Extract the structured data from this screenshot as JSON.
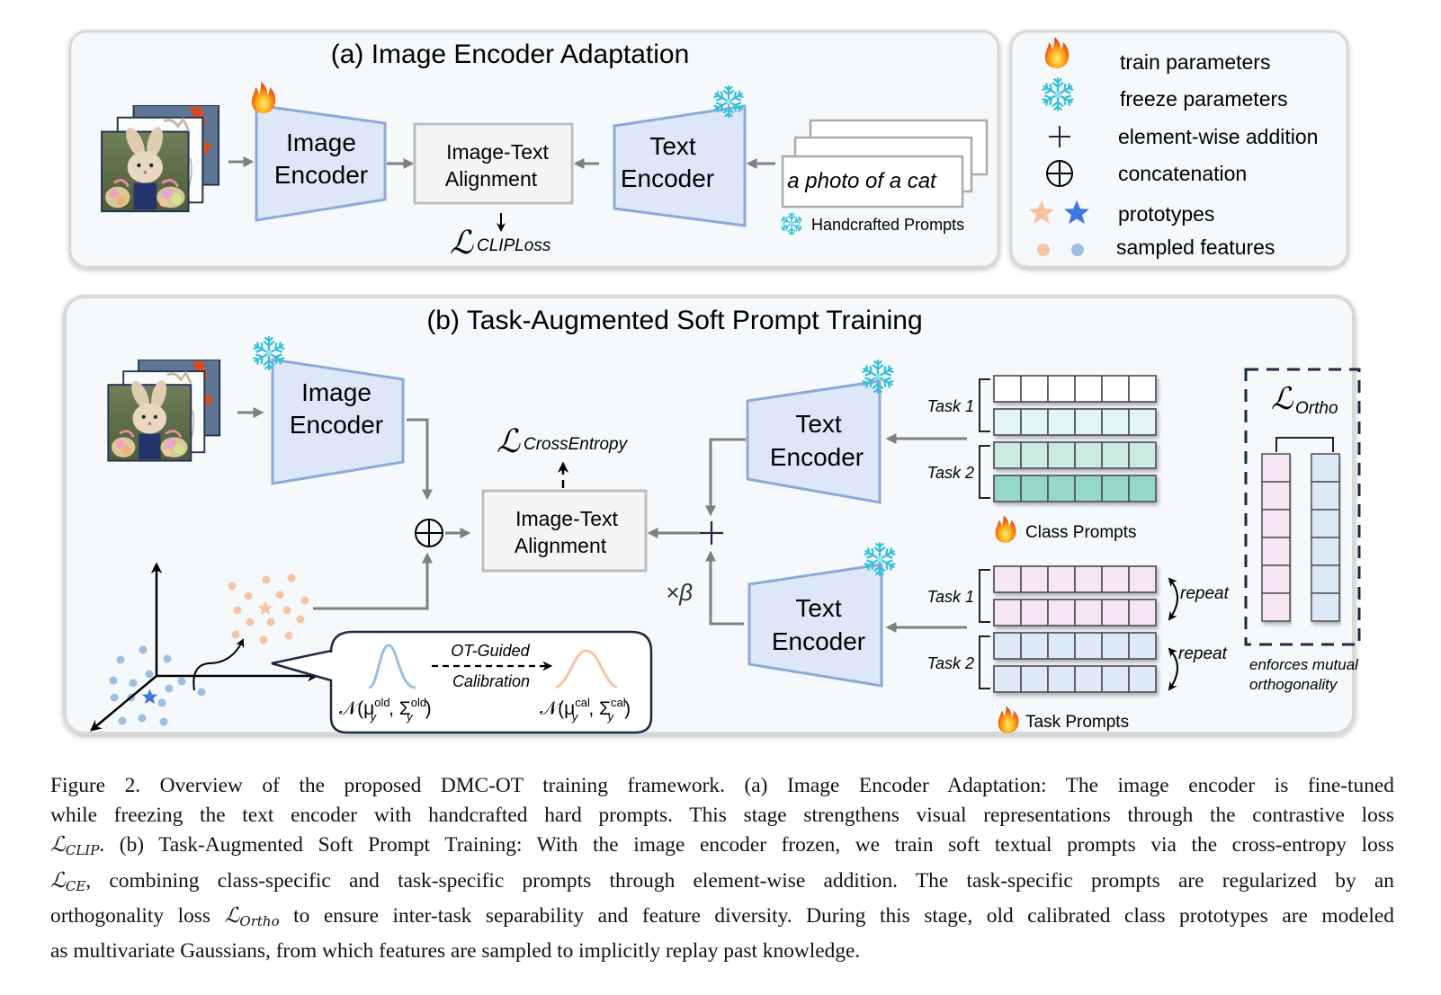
{
  "panel_a": {
    "title": "(a) Image Encoder Adaptation",
    "image_encoder": [
      "Image",
      "Encoder"
    ],
    "alignment": [
      "Image-Text",
      "Alignment"
    ],
    "text_encoder": [
      "Text",
      "Encoder"
    ],
    "prompt_text": "a photo of a cat",
    "prompts_label": "Handcrafted Prompts",
    "loss_symbol": "ℒ",
    "loss_sub": "CLIPLoss"
  },
  "legend": {
    "items": [
      {
        "icon": "fire-icon",
        "label": "train parameters"
      },
      {
        "icon": "snowflake-icon",
        "label": "freeze parameters"
      },
      {
        "icon": "plus-icon",
        "label": "element-wise addition"
      },
      {
        "icon": "circled-plus-icon",
        "label": "concatenation"
      },
      {
        "icon": "star-icon",
        "label": "prototypes"
      },
      {
        "icon": "dot-icon",
        "label": "sampled features"
      }
    ]
  },
  "panel_b": {
    "title": "(b) Task-Augmented Soft Prompt Training",
    "image_encoder": [
      "Image",
      "Encoder"
    ],
    "alignment": [
      "Image-Text",
      "Alignment"
    ],
    "text_encoder_1": [
      "Text",
      "Encoder"
    ],
    "text_encoder_2": [
      "Text",
      "Encoder"
    ],
    "loss_symbol": "ℒ",
    "loss_sub": "CrossEntropy",
    "beta_label": "×β",
    "class_prompts": {
      "label": "Class Prompts",
      "groups": [
        {
          "label": "Task 1",
          "row_colors": [
            "#ffffff",
            "#e3f4f5"
          ]
        },
        {
          "label": "Task 2",
          "row_colors": [
            "#cbeae2",
            "#96d8c6"
          ]
        }
      ]
    },
    "task_prompts": {
      "label": "Task Prompts",
      "repeat_label": "repeat",
      "groups": [
        {
          "label": "Task 1",
          "row_colors": [
            "#f6e6f4",
            "#f6e6f4"
          ]
        },
        {
          "label": "Task 2",
          "row_colors": [
            "#dde9f6",
            "#dde9f6"
          ]
        }
      ]
    },
    "ortho": {
      "loss_symbol": "ℒ",
      "loss_sub": "Ortho",
      "note": [
        "enforces mutual",
        "orthogonality"
      ],
      "column_colors": [
        "#f6e6f4",
        "#dde9f6"
      ]
    },
    "calibration": {
      "top": "OT-Guided",
      "bottom": "Calibration",
      "old_dist": "𝒩(μᵧᵒˡᵈ, Σᵧᵒˡᵈ)",
      "cal_dist": "𝒩(μᵧᶜᵃˡ, Σᵧᶜᵃˡ)",
      "old_parts": {
        "N": "𝒩(μ",
        "sup1": "old",
        "sub1": "y",
        "mid": ", Σ",
        "sup2": "old",
        "sub2": "y",
        "end": ")"
      },
      "cal_parts": {
        "N": "𝒩(μ",
        "sup1": "cal",
        "sub1": "y",
        "mid": ", Σ",
        "sup2": "cal",
        "sub2": "y",
        "end": ")"
      }
    }
  },
  "colors": {
    "encoder_fill": "#dde7f7",
    "encoder_stroke": "#8ea9d8",
    "panel_bg": "#f5f9fc",
    "arrow": "#7f7f7f",
    "old_feature": "#9ebfe2",
    "new_feature": "#f6c4a4",
    "old_proto": "#3f77e0",
    "new_proto": "#f7c29e",
    "dashed_box": "#1b2a44"
  },
  "caption": {
    "lines": [
      [
        {
          "t": "Figure 2.  Overview of the proposed DMC-OT training framework.  (a) Image Encoder Adaptation:  The image encoder is fine-tuned"
        }
      ],
      [
        {
          "t": "while freezing the text encoder with handcrafted hard prompts. This stage strengthens visual representations through the contrastive loss"
        }
      ],
      [
        {
          "L": "ℒ",
          "sub": "CLIP"
        },
        {
          "t": ". (b) Task-Augmented Soft Prompt Training: With the image encoder frozen, we train soft textual prompts via the cross-entropy loss"
        }
      ],
      [
        {
          "L": "ℒ",
          "sub": "CE"
        },
        {
          "t": ", combining class-specific and task-specific prompts through element-wise addition. The task-specific prompts are regularized by an"
        }
      ],
      [
        {
          "t": "orthogonality loss "
        },
        {
          "L": "ℒ",
          "sub": "Ortho"
        },
        {
          "t": " to ensure inter-task separability and feature diversity. During this stage, old calibrated class prototypes are modeled"
        }
      ],
      [
        {
          "t": "as multivariate Gaussians, from which features are sampled to implicitly replay past knowledge."
        }
      ]
    ]
  }
}
